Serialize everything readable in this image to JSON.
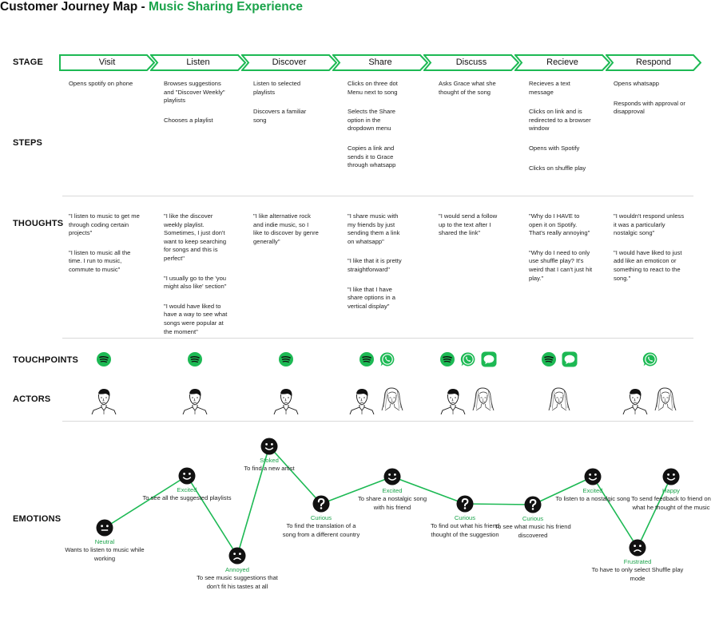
{
  "title": {
    "main": "Customer Journey Map -",
    "sub": "Music Sharing Experience"
  },
  "row_labels": {
    "stage": "STAGE",
    "steps": "STEPS",
    "thoughts": "THOUGHTS",
    "touchpoints": "TOUCHPOINTS",
    "actors": "ACTORS",
    "emotions": "EMOTIONS"
  },
  "accent_color": "#1db954",
  "stages": [
    "Visit",
    "Listen",
    "Discover",
    "Share",
    "Discuss",
    "Recieve",
    "Respond"
  ],
  "steps": [
    [
      "Opens spotify on phone"
    ],
    [
      "Browses suggestions and \"Discover Weekly\" playlists",
      "Chooses a playlist"
    ],
    [
      "Listen to selected playlists",
      "Discovers a familiar song"
    ],
    [
      "Clicks on three dot Menu next to song",
      "Selects the Share option in the dropdown menu",
      "Copies a link and sends it to Grace through whatsapp"
    ],
    [
      "Asks Grace what she thought of the song"
    ],
    [
      "Recieves a text message",
      "Clicks on link and is redirected to a browser window",
      "Opens with Spotify",
      "Clicks on shuffle play"
    ],
    [
      "Opens whatsapp",
      "Responds with approval or disapproval"
    ]
  ],
  "thoughts": [
    [
      "\"I  listen to music to get me through coding certain projects\"",
      "\"I  listen to music all the time. I run to music, commute to music\""
    ],
    [
      "\"I like the discover weekly playlist. Sometimes, I just don't want to keep searching for songs and this is perfect\"",
      "\"I usually go to the 'you might also like' section\"",
      "\"I would have liked to have a way to see what songs were popular at the moment\""
    ],
    [
      "\"I like alternative rock and indie music, so I like to discover by genre generally\""
    ],
    [
      "\"I share music with my friends by just sending them a link on whatsapp\"",
      "\"I like that it is pretty straightforward\"",
      "\"I like that I have share options in a vertical display\""
    ],
    [
      "\"I would send a follow up to the text after I shared the link\""
    ],
    [
      "\"Why do I HAVE to open it on Spotify. That's really annoying\"",
      "\"Why do I need to only use shuffle play? It's weird that I can't just hit play.\""
    ],
    [
      "\"I wouldn't respond unless it was a particularly nostalgic song\"",
      "\"I would have liked to just add like an emoticon or something to react to the song.\""
    ]
  ],
  "touchpoints": [
    [
      "spotify-icon"
    ],
    [
      "spotify-icon"
    ],
    [
      "spotify-icon"
    ],
    [
      "spotify-icon",
      "whatsapp-icon"
    ],
    [
      "spotify-icon",
      "whatsapp-icon",
      "messages-icon"
    ],
    [
      "spotify-icon",
      "messages-icon"
    ],
    [
      "whatsapp-icon"
    ]
  ],
  "actors": [
    [
      "man-face-icon"
    ],
    [
      "man-face-icon"
    ],
    [
      "man-face-icon"
    ],
    [
      "man-face-icon",
      "woman-face-icon"
    ],
    [
      "man-face-icon",
      "woman-face-icon"
    ],
    [
      "woman-face-icon"
    ],
    [
      "man-face-icon",
      "woman-face-icon"
    ]
  ],
  "emotions": [
    {
      "mood": "neutral",
      "label": "Neutral",
      "text": "Wants to listen to music while working"
    },
    {
      "mood": "happy",
      "label": "Excited",
      "text": "To see all the suggested playlists"
    },
    {
      "mood": "sad",
      "label": "Annoyed",
      "text": "To see music suggestions that don't fit his tastes at all"
    },
    {
      "mood": "happy",
      "label": "Stoked",
      "text": "To find a new artist"
    },
    {
      "mood": "question",
      "label": "Curious",
      "text": "To find the translation of a song from a different country"
    },
    {
      "mood": "happy",
      "label": "Excited",
      "text": "To share a nostalgic song with his friend"
    },
    {
      "mood": "question",
      "label": "Curious",
      "text": "To find out what his friend thought of the suggestion"
    },
    {
      "mood": "question",
      "label": "Curious",
      "text": "To see what music his friend discovered"
    },
    {
      "mood": "happy",
      "label": "Excited",
      "text": "To listen to a nostalgic song"
    },
    {
      "mood": "sad",
      "label": "Frustrated",
      "text": "To have to only select Shuffle play mode"
    },
    {
      "mood": "happy",
      "label": "Happy",
      "text": "To send feedback to friend on what he thought of the music"
    }
  ]
}
